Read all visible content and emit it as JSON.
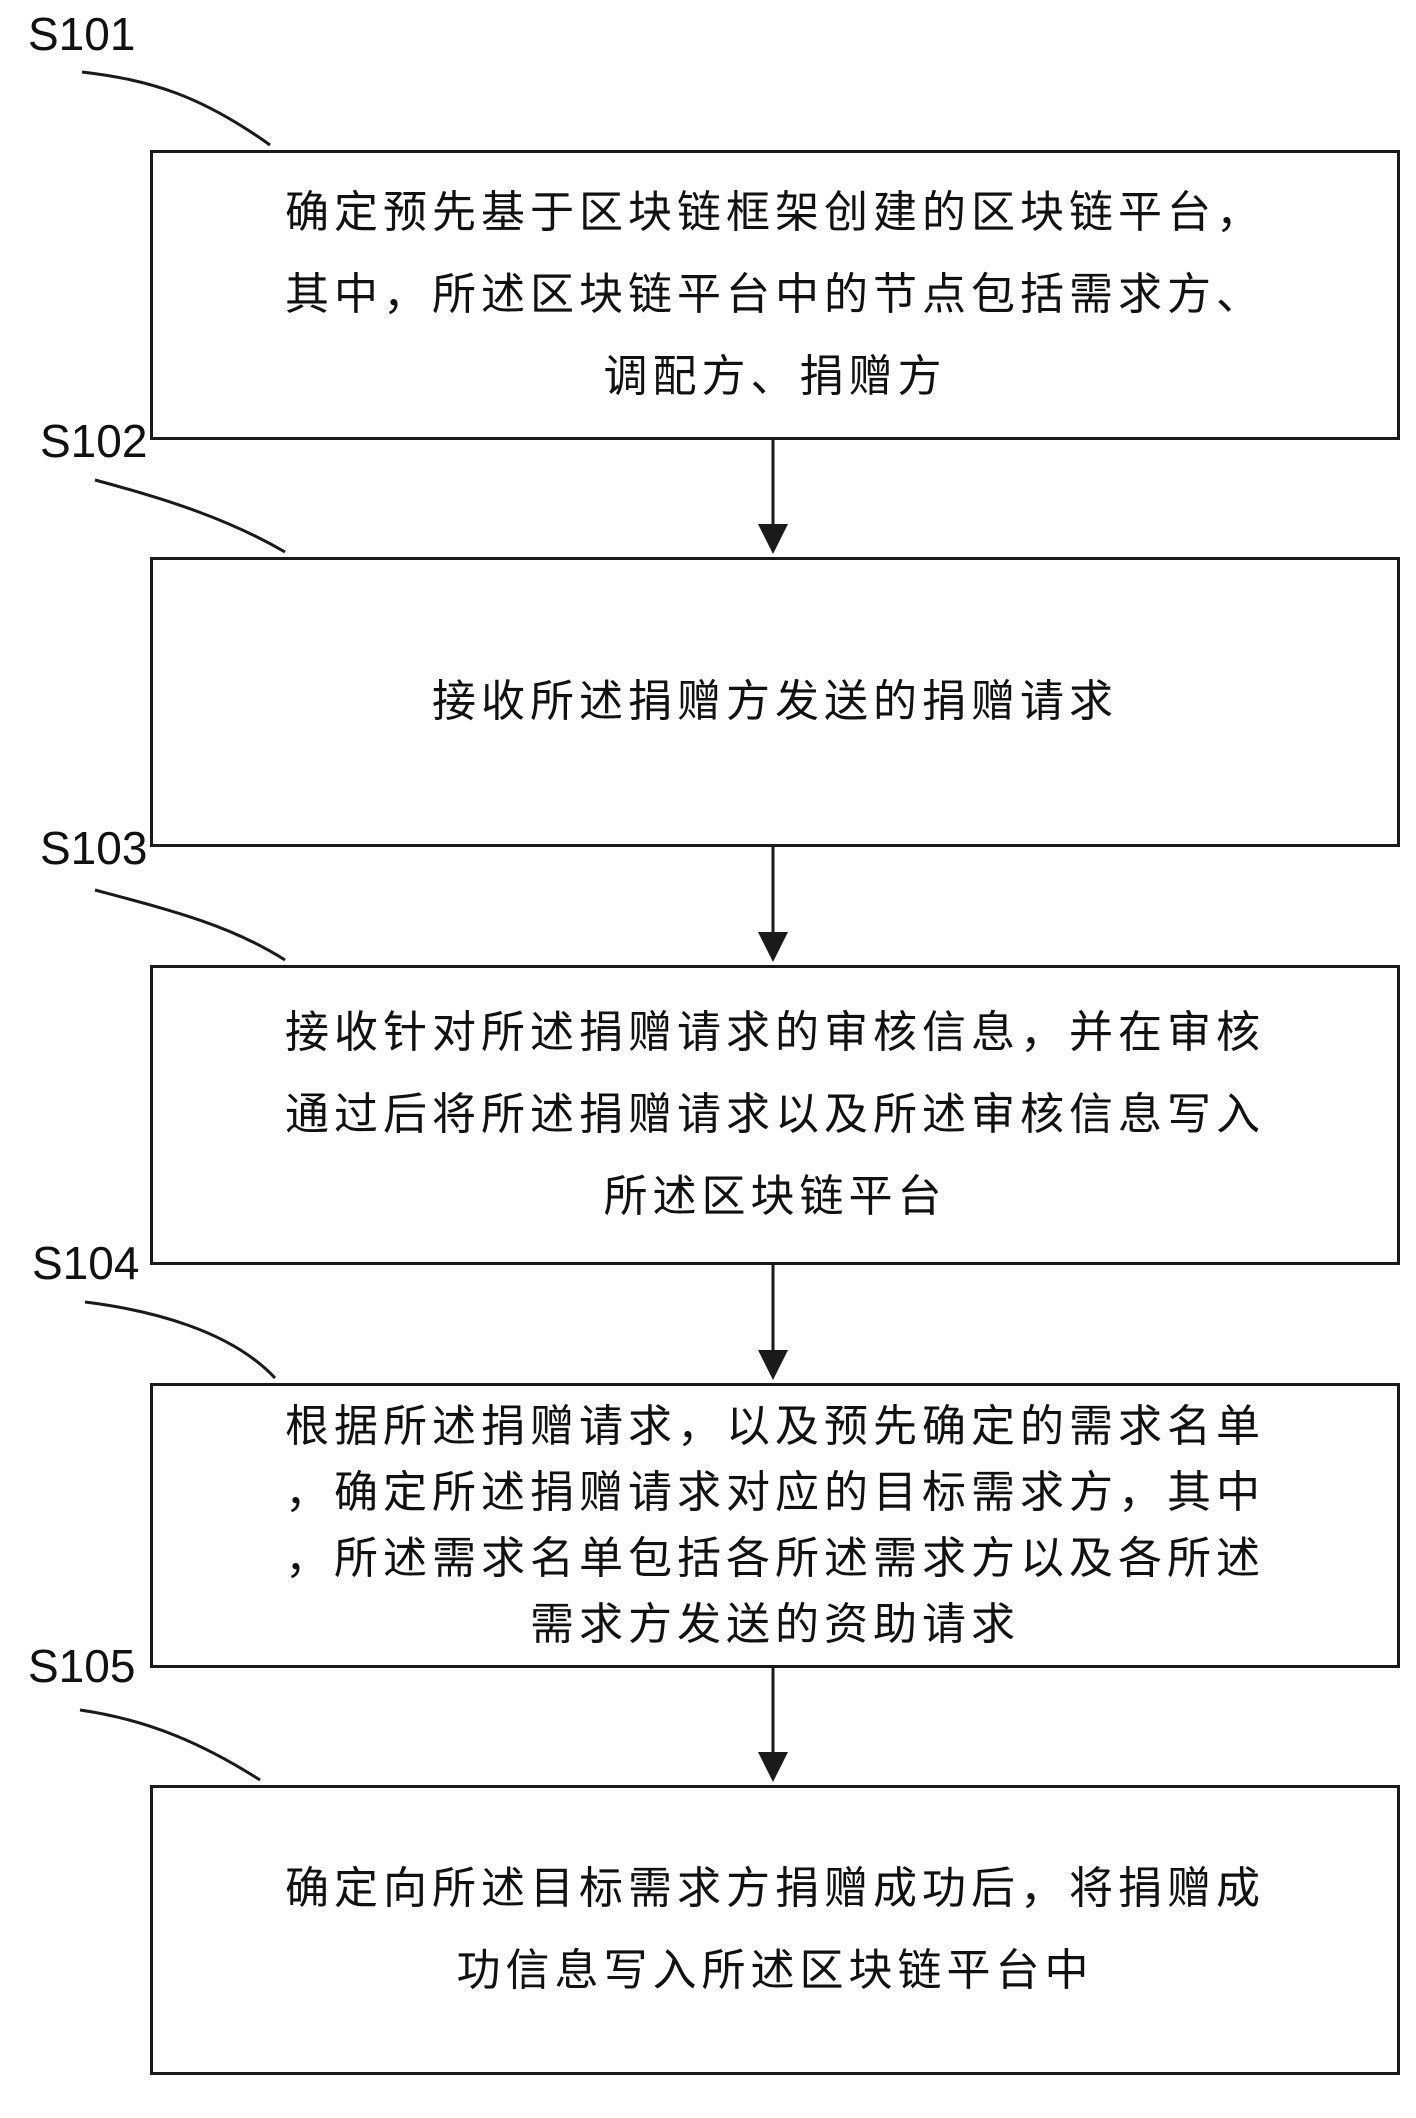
{
  "steps": [
    {
      "label": "S101",
      "lines": [
        "确定预先基于区块链框架创建的区块链平台，",
        "其中，所述区块链平台中的节点包括需求方、",
        "调配方、捐赠方"
      ]
    },
    {
      "label": "S102",
      "lines": [
        "接收所述捐赠方发送的捐赠请求"
      ]
    },
    {
      "label": "S103",
      "lines": [
        "接收针对所述捐赠请求的审核信息，并在审核",
        "通过后将所述捐赠请求以及所述审核信息写入",
        "所述区块链平台"
      ]
    },
    {
      "label": "S104",
      "lines": [
        "根据所述捐赠请求，以及预先确定的需求名单",
        "，确定所述捐赠请求对应的目标需求方，其中",
        "，所述需求名单包括各所述需求方以及各所述",
        "需求方发送的资助请求"
      ]
    },
    {
      "label": "S105",
      "lines": [
        "确定向所述目标需求方捐赠成功后，将捐赠成",
        "功信息写入所述区块链平台中"
      ]
    }
  ]
}
